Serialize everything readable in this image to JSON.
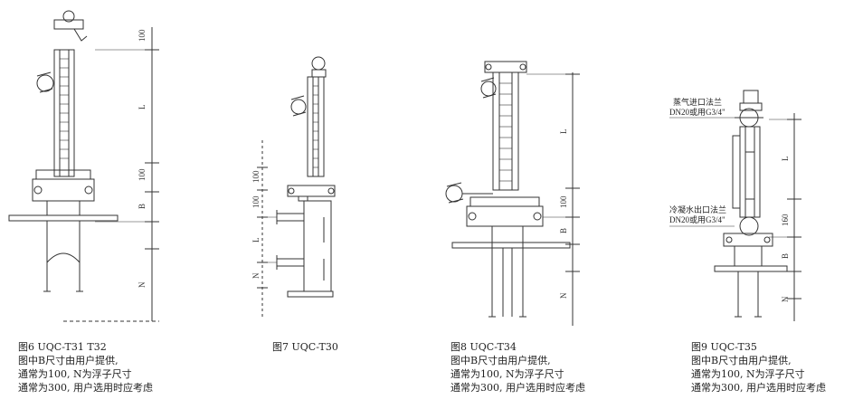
{
  "figures": [
    {
      "id": "fig6",
      "dims": [
        "100",
        "L",
        "100",
        "B",
        "N"
      ],
      "caption": [
        "图6 UQC-T31 T32",
        "图中B尺寸由用户提供,",
        "通常为100, N为浮子尺寸",
        "通常为300, 用户选用时应考虑"
      ]
    },
    {
      "id": "fig7",
      "dims": [
        "100",
        "100",
        "L",
        "N"
      ],
      "caption": [
        "图7 UQC-T30"
      ]
    },
    {
      "id": "fig8",
      "dims": [
        "L",
        "100",
        "B",
        "N"
      ],
      "caption": [
        "图8 UQC-T34",
        "图中B尺寸由用户提供,",
        "通常为100, N为浮子尺寸",
        "通常为300, 用户选用时应考虑"
      ]
    },
    {
      "id": "fig9",
      "dims": [
        "L",
        "160",
        "B",
        "N"
      ],
      "labels": [
        "蒸气进口法兰",
        "DN20或用G3/4\"",
        "冷凝水出口法兰",
        "DN20或用G3/4\""
      ],
      "caption": [
        "图9 UQC-T35",
        "图中B尺寸由用户提供,",
        "通常为100, N为浮子尺寸",
        "通常为300, 用户选用时应考虑"
      ]
    }
  ]
}
